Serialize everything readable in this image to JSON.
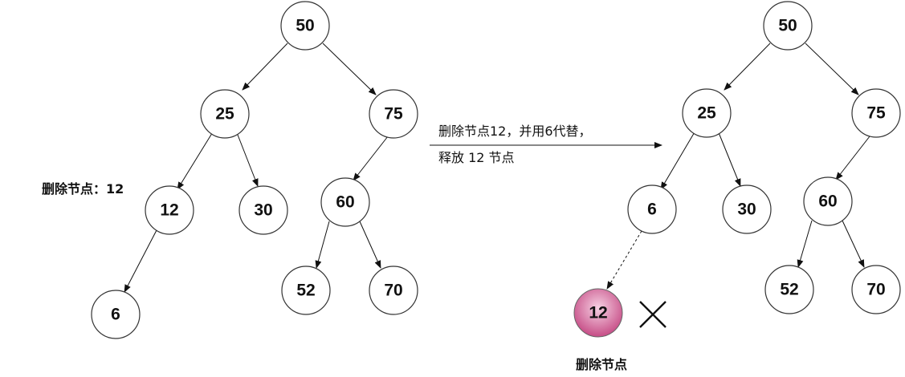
{
  "before_tree": {
    "caption": "删除节点：12",
    "nodes": [
      {
        "id": "b50",
        "label": "50"
      },
      {
        "id": "b25",
        "label": "25"
      },
      {
        "id": "b75",
        "label": "75"
      },
      {
        "id": "b12",
        "label": "12"
      },
      {
        "id": "b30",
        "label": "30"
      },
      {
        "id": "b60",
        "label": "60"
      },
      {
        "id": "b6",
        "label": "6"
      },
      {
        "id": "b52",
        "label": "52"
      },
      {
        "id": "b70",
        "label": "70"
      }
    ]
  },
  "transition": {
    "line1": "删除节点12，并用6代替，",
    "line2": "释放 12 节点"
  },
  "after_tree": {
    "nodes": [
      {
        "id": "a50",
        "label": "50"
      },
      {
        "id": "a25",
        "label": "25"
      },
      {
        "id": "a75",
        "label": "75"
      },
      {
        "id": "a6",
        "label": "6"
      },
      {
        "id": "a30",
        "label": "30"
      },
      {
        "id": "a60",
        "label": "60"
      },
      {
        "id": "a52",
        "label": "52"
      },
      {
        "id": "a70",
        "label": "70"
      }
    ],
    "deleted_node": {
      "label": "12",
      "caption": "删除节点"
    }
  },
  "colors": {
    "deleted_fill_light": "#f6d1e3",
    "deleted_fill_dark": "#c2417e",
    "edge": "#111111"
  }
}
